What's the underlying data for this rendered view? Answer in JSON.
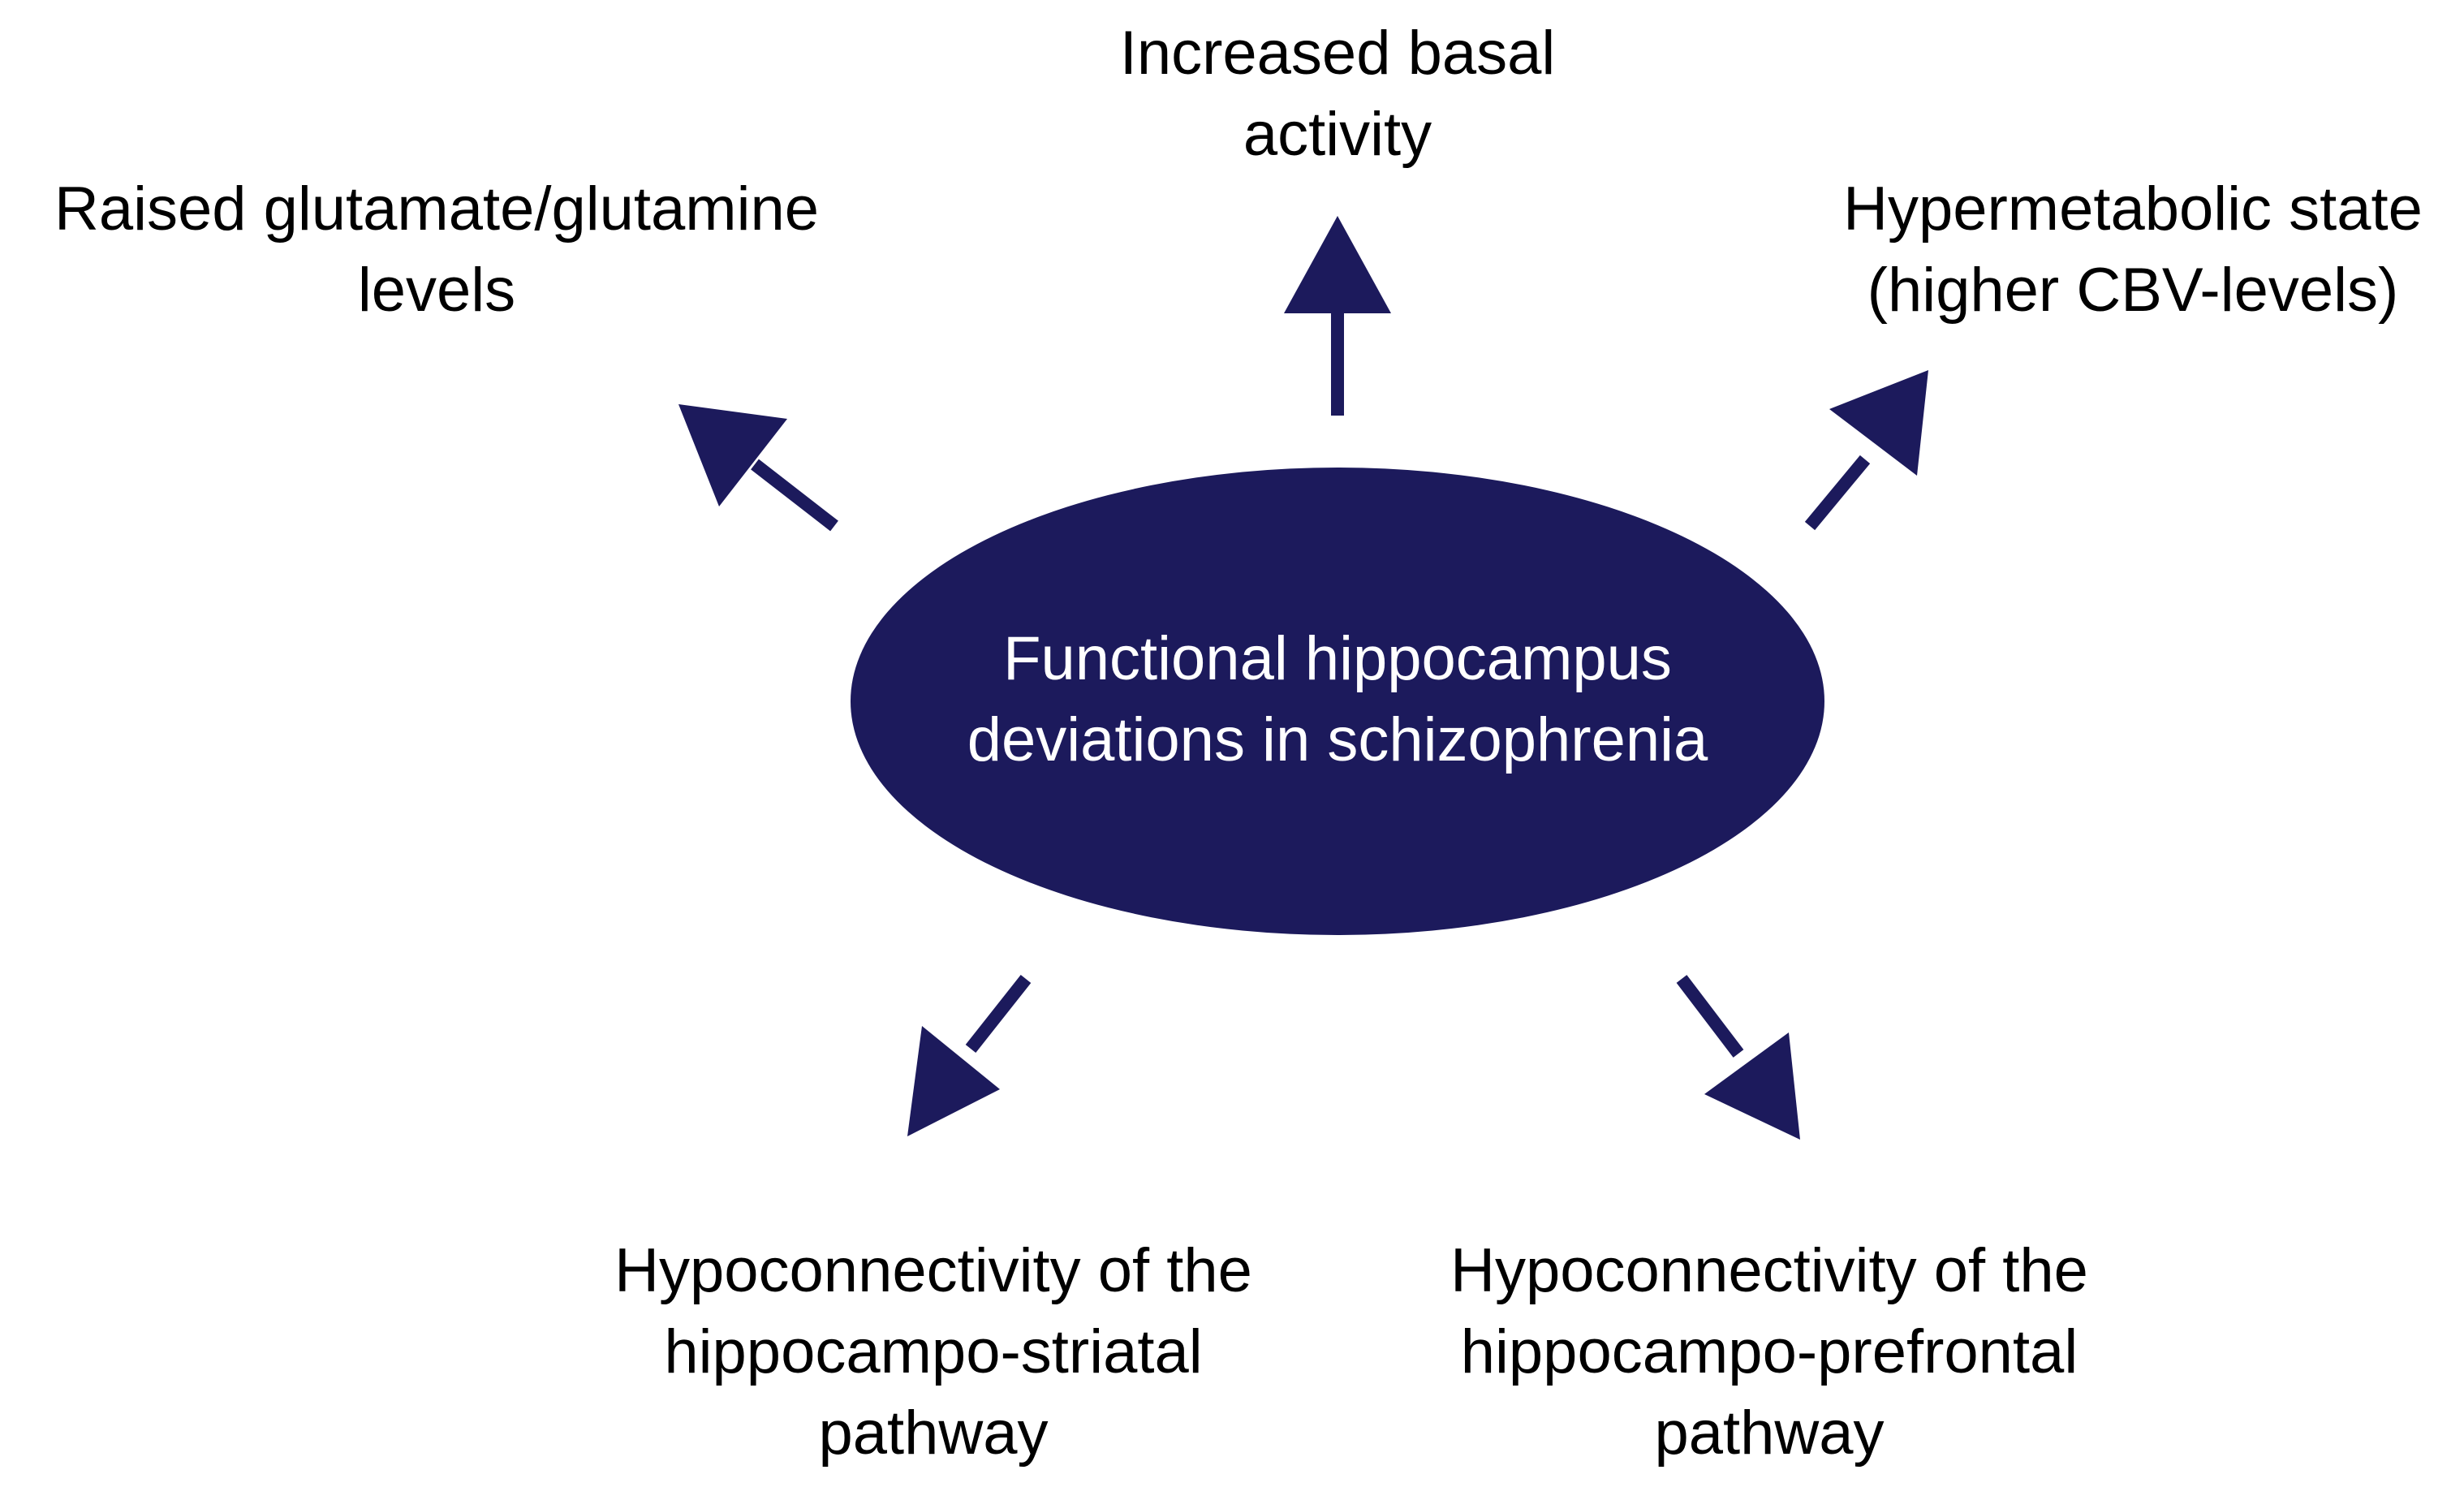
{
  "colors": {
    "primary": "#1c1a5c",
    "text": "#000000",
    "center_text": "#ffffff",
    "background": "#ffffff"
  },
  "center": {
    "lines": [
      "Functional hippocampus",
      "deviations in schizophrenia"
    ]
  },
  "nodes": {
    "top": {
      "lines": [
        "Increased basal",
        "activity"
      ]
    },
    "top_left": {
      "lines": [
        "Raised glutamate/glutamine",
        "levels"
      ]
    },
    "top_right": {
      "lines": [
        "Hypermetabolic state",
        "(higher CBV-levels)"
      ]
    },
    "bottom_left": {
      "lines": [
        "Hypoconnectivity of the",
        "hippocampo-striatal",
        "pathway"
      ]
    },
    "bottom_right": {
      "lines": [
        "Hypoconnectivity of the",
        "hippocampo-prefrontal",
        "pathway"
      ]
    }
  }
}
